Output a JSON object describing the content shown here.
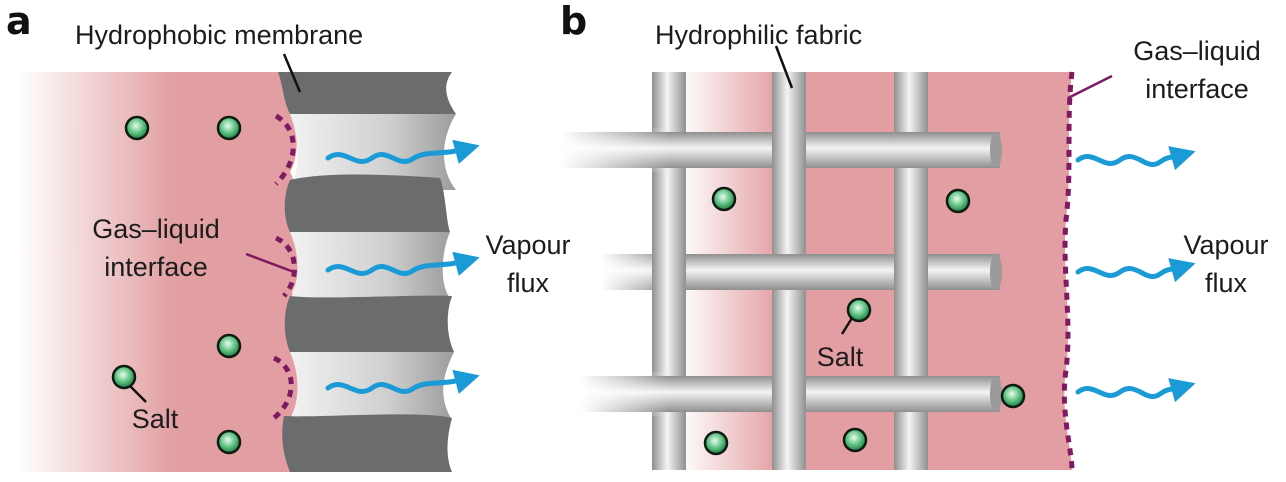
{
  "panel_a": {
    "letter": "a",
    "membrane_label": "Hydrophobic membrane",
    "interface_label": [
      "Gas–liquid",
      "interface"
    ],
    "flux_label": [
      "Vapour",
      "flux"
    ],
    "salt_label": "Salt"
  },
  "panel_b": {
    "letter": "b",
    "fabric_label": "Hydrophilic fabric",
    "interface_label": [
      "Gas–liquid",
      "interface"
    ],
    "flux_label": [
      "Vapour",
      "flux"
    ],
    "salt_label": "Salt"
  },
  "colors": {
    "brine": "#e29fa3",
    "membrane": "#6b6c6e",
    "pore": "#d8d8d8",
    "interface": "#7d1a61",
    "vapour_arrow": "#1a9ad6",
    "salt_particle": "#1f8a45",
    "fiber": "#b3b3b3"
  },
  "icons": [
    "salt-particle-icon",
    "vapour-arrow-icon"
  ]
}
